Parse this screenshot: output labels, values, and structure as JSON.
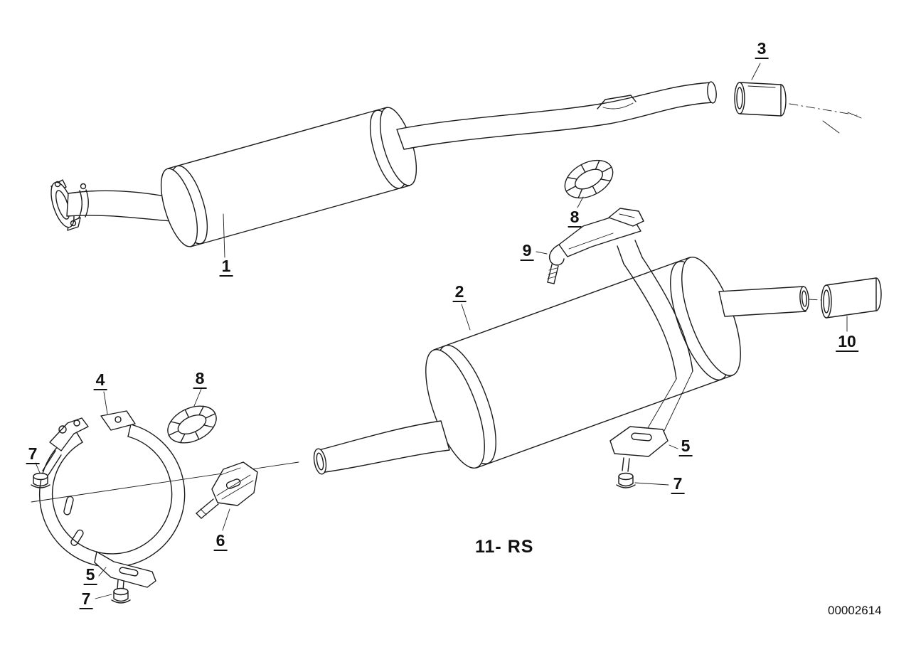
{
  "meta": {
    "doc_number": "00002614",
    "variant_label": "11- RS"
  },
  "callouts": {
    "c1": "1",
    "c2": "2",
    "c3": "3",
    "c4": "4",
    "c5_left": "5",
    "c5_right": "5",
    "c6": "6",
    "c7_left": "7",
    "c7_bottom": "7",
    "c7_right": "7",
    "c8_top": "8",
    "c8_left": "8",
    "c9": "9",
    "c10": "10"
  }
}
